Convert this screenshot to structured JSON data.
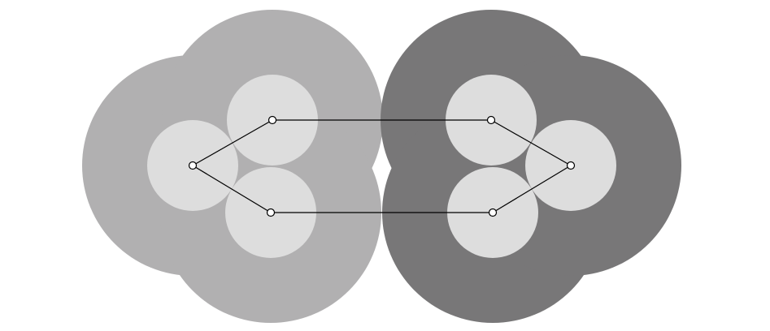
{
  "diagram": {
    "colors": {
      "background": "#ffffff",
      "left_outer": "#b1b0b1",
      "right_outer": "#787778",
      "inner": "#dddddd",
      "edge": "#000000",
      "node_fill": "#ffffff",
      "node_stroke": "#000000"
    },
    "left_group": {
      "nodes": [
        "left-node-1",
        "left-node-2",
        "left-node-3"
      ]
    },
    "right_group": {
      "nodes": [
        "right-node-1",
        "right-node-2",
        "right-node-3"
      ]
    },
    "edges": [
      [
        "left-node-1",
        "left-node-2"
      ],
      [
        "left-node-1",
        "left-node-3"
      ],
      [
        "left-node-2",
        "right-node-1"
      ],
      [
        "left-node-3",
        "right-node-2"
      ],
      [
        "right-node-1",
        "right-node-3"
      ],
      [
        "right-node-2",
        "right-node-3"
      ]
    ]
  }
}
